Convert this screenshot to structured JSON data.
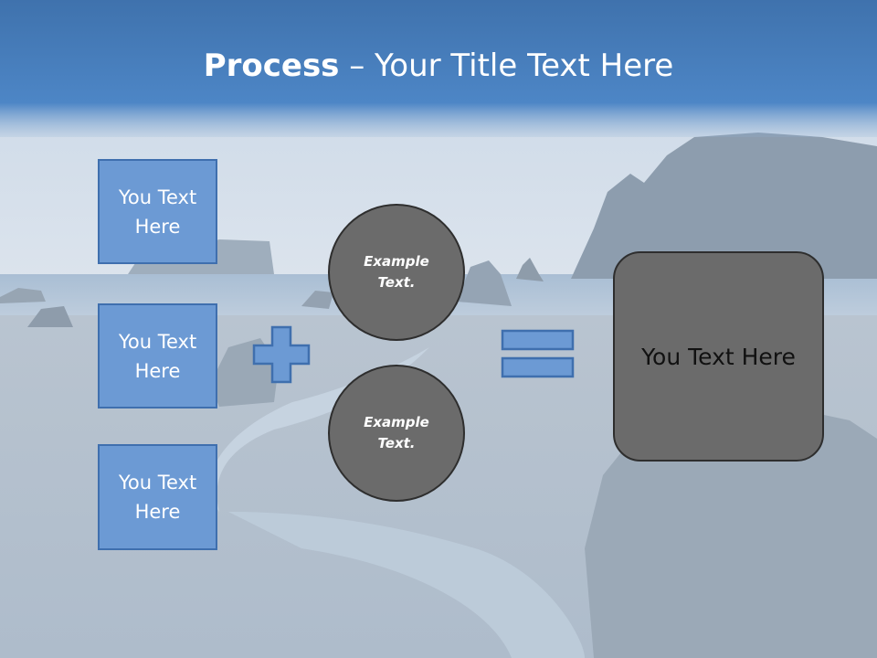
{
  "title": {
    "bold": "Process",
    "rest": " – Your Title Text Here"
  },
  "boxes": [
    {
      "label": "You Text Here"
    },
    {
      "label": "You Text Here"
    },
    {
      "label": "You Text Here"
    }
  ],
  "circles": [
    {
      "label": "Example Text."
    },
    {
      "label": "Example Text."
    }
  ],
  "result": {
    "label": "You Text Here"
  },
  "operators": {
    "plus": "plus-icon",
    "equals": "equals-icon"
  },
  "colors": {
    "box_fill": "#6c9ad4",
    "box_border": "#3f6fae",
    "circle_fill": "#6b6b6b",
    "title_bar": "#4a7fc0"
  }
}
